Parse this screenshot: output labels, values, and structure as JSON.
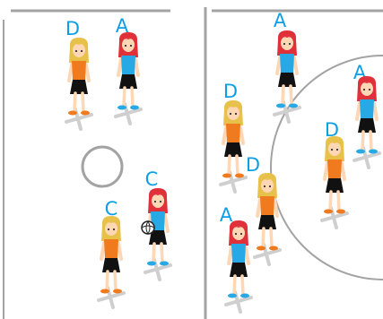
{
  "colors": {
    "court_line": "#a3a3a3",
    "background": "#ffffff",
    "letter": "#0d9fe6",
    "hair_blonde": "#e8c14a",
    "hair_red": "#e0303a",
    "shirt_orange": "#f07a1e",
    "shirt_blue": "#27a9e6",
    "skirt": "#111111",
    "skin": "#ffd7b5",
    "shadow": "#cfcfcf"
  },
  "players": [
    {
      "label": "D",
      "team": "orange"
    },
    {
      "label": "A",
      "team": "blue"
    },
    {
      "label": "C",
      "team": "orange"
    },
    {
      "label": "C",
      "team": "blue"
    },
    {
      "label": "A",
      "team": "blue"
    },
    {
      "label": "D",
      "team": "orange"
    },
    {
      "label": "D",
      "team": "orange"
    },
    {
      "label": "A",
      "team": "blue"
    },
    {
      "label": "A",
      "team": "blue"
    },
    {
      "label": "D",
      "team": "orange"
    }
  ],
  "court": {
    "center_circle": "center-circle",
    "shooting_arc": "shooting-circle",
    "ball_icon": "netball-icon"
  }
}
